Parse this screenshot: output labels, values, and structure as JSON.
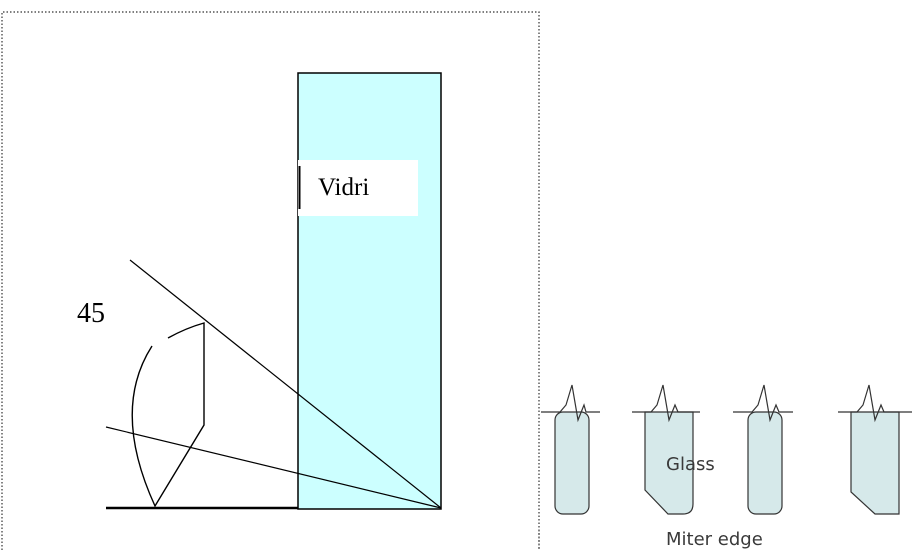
{
  "left_diagram": {
    "glass_label": "Vidri",
    "angle_label": "45",
    "colors": {
      "glass_fill": "#ccffff",
      "line": "#000000",
      "frame_border": "#333333"
    }
  },
  "right_diagram": {
    "glass_label": "Glass",
    "edge_label": "Miter edge",
    "colors": {
      "glass_fill": "#d6e9ea",
      "outline": "#333333",
      "label_text": "#3a3a3a"
    }
  }
}
